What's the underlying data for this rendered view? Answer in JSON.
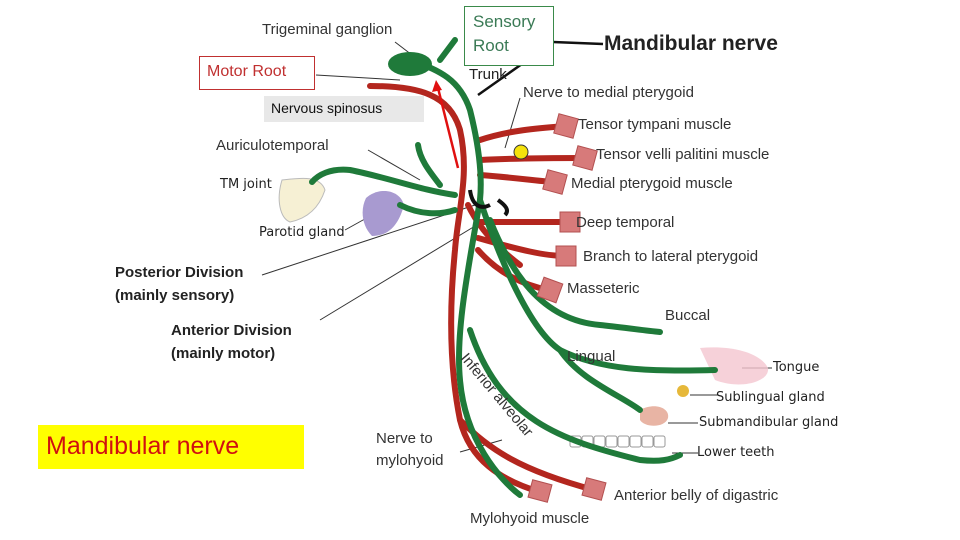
{
  "colors": {
    "nerve_green": "#1f7a3a",
    "nerve_red": "#b3261e",
    "muscle": "#d77a7a",
    "gland_purple": "#a89ad0",
    "label_motor": "#c03030",
    "highlight": "#ffff00"
  },
  "labels": {
    "trigeminal_ganglion": "Trigeminal ganglion",
    "sensory_root_line1": "Sensory",
    "sensory_root_line2": "Root",
    "mandibular_nerve_top": "Mandibular nerve",
    "motor_root": "Motor Root",
    "trunk": "Trunk",
    "nervous_spinosus": "Nervous spinosus",
    "nerve_medial_pterygoid": "Nerve to medial pterygoid",
    "tensor_tympani": "Tensor tympani muscle",
    "tensor_velli": "Tensor velli palitini muscle",
    "medial_pterygoid_muscle": "Medial pterygoid muscle",
    "auriculotemporal": "Auriculotemporal",
    "tm_joint": "TM joint",
    "parotid_gland": "Parotid gland",
    "deep_temporal": "Deep temporal",
    "branch_lateral_pterygoid": "Branch to lateral pterygoid",
    "posterior_division_line1": "Posterior Division",
    "posterior_division_line2": "(mainly sensory)",
    "masseteric": "Masseteric",
    "anterior_division_line1": "Anterior Division",
    "anterior_division_line2": "(mainly motor)",
    "buccal": "Buccal",
    "lingual": "Lingual",
    "inferior_alveolar": "Inferior alveolar",
    "tongue": "Tongue",
    "sublingual_gland": "Sublingual gland",
    "submandibular_gland": "Submandibular gland",
    "mandibular_nerve_bottom": "Mandibular nerve",
    "nerve_mylohyoid_line1": "Nerve to",
    "nerve_mylohyoid_line2": "mylohyoid",
    "lower_teeth": "Lower teeth",
    "anterior_belly": "Anterior belly of digastric",
    "mylohyoid_muscle": "Mylohyoid muscle"
  }
}
